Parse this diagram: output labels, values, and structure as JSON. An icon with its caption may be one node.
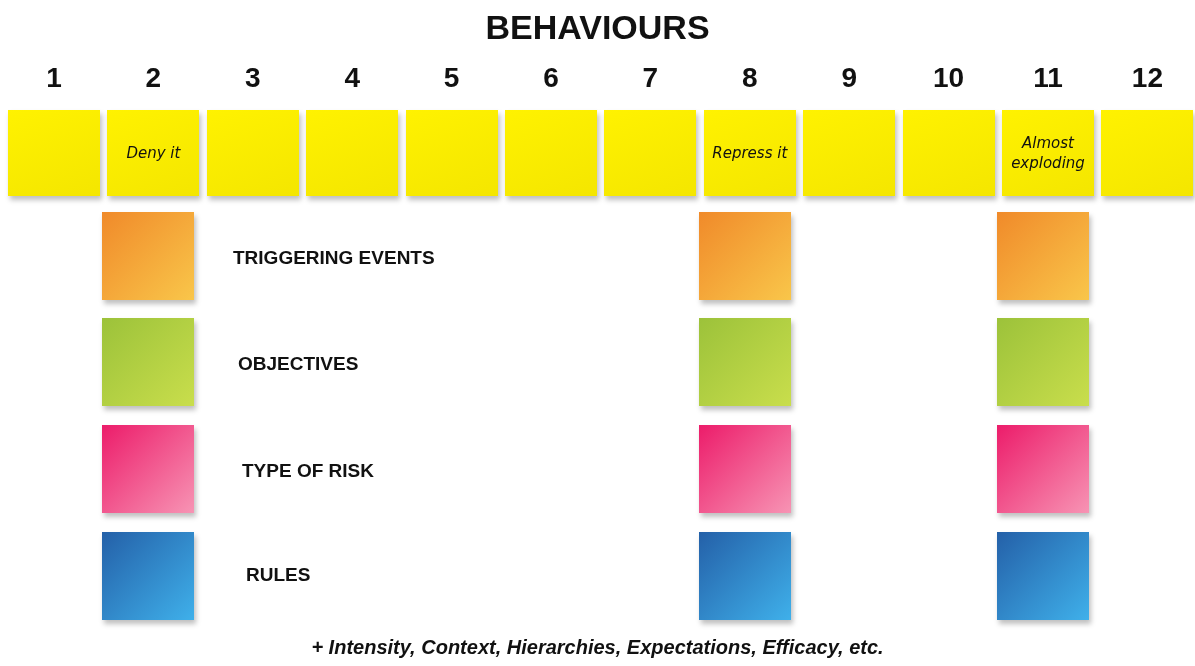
{
  "diagram": {
    "title": "BEHAVIOURS",
    "caption": "+ Intensity, Context, Hierarchies, Expectations, Efficacy, etc.",
    "nodes": [
      {
        "text": [],
        "shape": "box",
        "beside": [
          "1"
        ]
      },
      {
        "text": [
          "Deny it"
        ],
        "beside": [
          "2"
        ]
      },
      {
        "text": [],
        "shape": "box",
        "beside": [
          "3"
        ]
      },
      {
        "text": [],
        "shape": "box",
        "beside": [
          "4"
        ]
      },
      {
        "text": [],
        "shape": "box",
        "beside": [
          "5"
        ]
      },
      {
        "text": [],
        "shape": "box",
        "beside": [
          "6"
        ]
      },
      {
        "text": [],
        "shape": "box",
        "beside": [
          "7"
        ]
      },
      {
        "text": [
          "Repress it"
        ],
        "beside": [
          "8"
        ]
      },
      {
        "text": [],
        "shape": "box",
        "beside": [
          "9"
        ]
      },
      {
        "text": [],
        "shape": "box",
        "beside": [
          "10"
        ]
      },
      {
        "text": [
          "Almost exploding"
        ],
        "beside": [
          "11"
        ]
      },
      {
        "text": [],
        "shape": "box",
        "beside": [
          "12"
        ]
      },
      {
        "text": [],
        "shape": "box"
      },
      {
        "text": [],
        "shape": "box"
      },
      {
        "text": [],
        "shape": "box"
      },
      {
        "text": [],
        "shape": "box"
      },
      {
        "text": [],
        "shape": "box"
      },
      {
        "text": [],
        "shape": "box"
      },
      {
        "text": [],
        "shape": "box"
      },
      {
        "text": [],
        "shape": "box"
      },
      {
        "text": [],
        "shape": "box"
      },
      {
        "text": [],
        "shape": "box"
      },
      {
        "text": [],
        "shape": "box"
      },
      {
        "text": [],
        "shape": "box"
      }
    ],
    "labels": [
      "TRIGGERING EVENTS",
      "OBJECTIVES",
      "TYPE OF RISK",
      "RULES"
    ]
  }
}
